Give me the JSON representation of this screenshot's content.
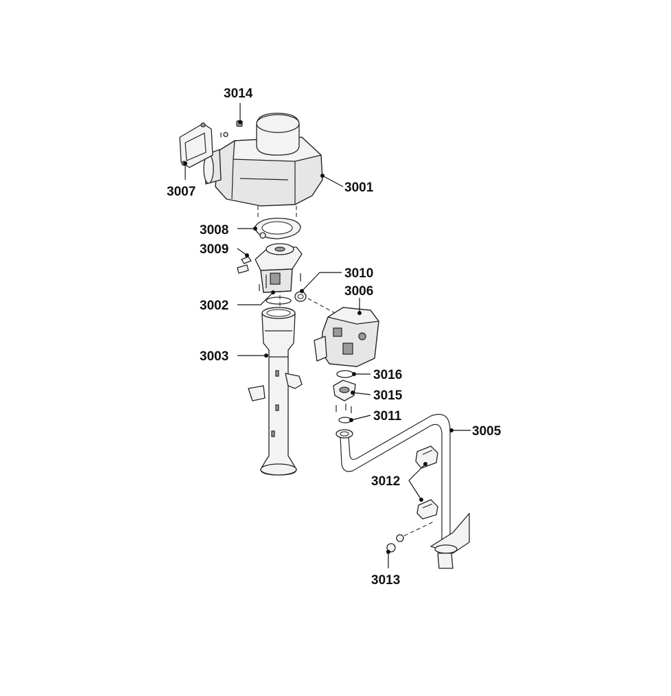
{
  "callouts": {
    "c3014": "3014",
    "c3007": "3007",
    "c3001": "3001",
    "c3008": "3008",
    "c3009": "3009",
    "c3010": "3010",
    "c3006": "3006",
    "c3002": "3002",
    "c3003": "3003",
    "c3016": "3016",
    "c3015": "3015",
    "c3011": "3011",
    "c3005": "3005",
    "c3012": "3012",
    "c3013": "3013"
  }
}
